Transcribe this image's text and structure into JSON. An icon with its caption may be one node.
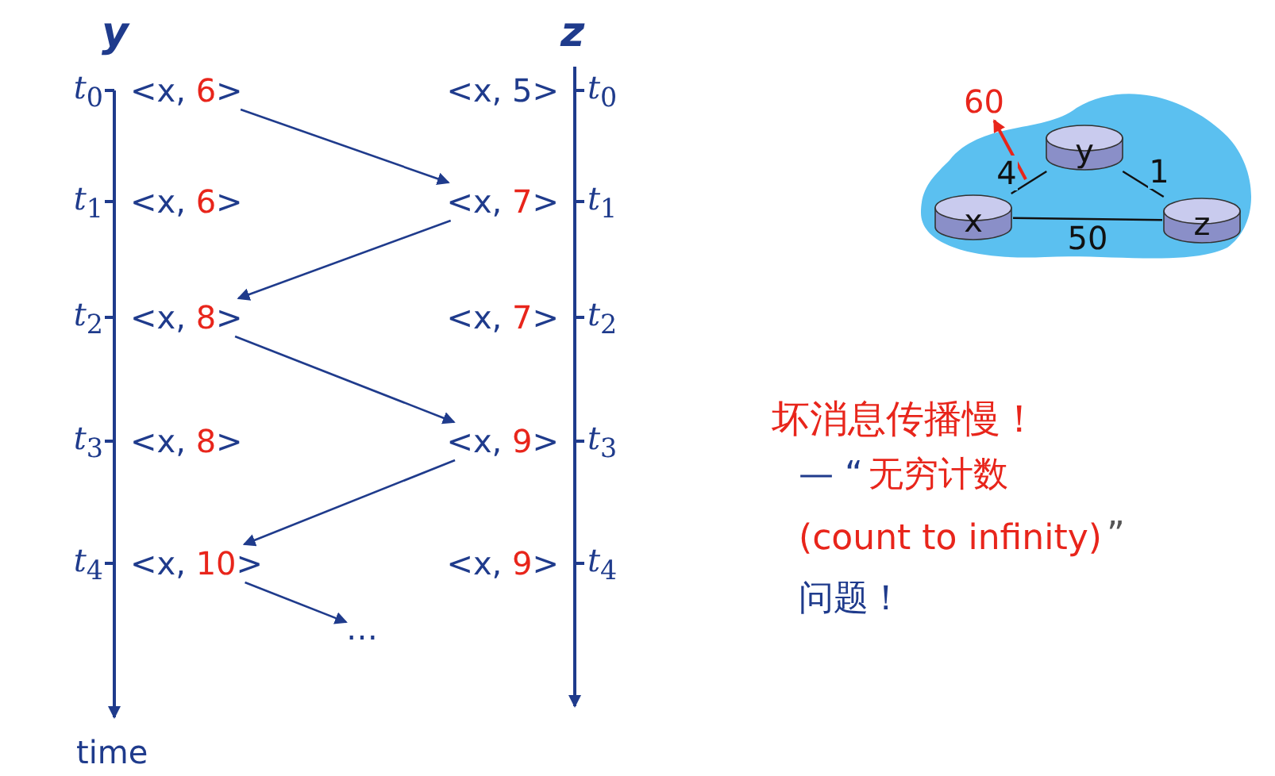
{
  "diagram": {
    "nodes": [
      {
        "text": [
          "<x, 6>"
        ]
      },
      {
        "text": [
          "<x, 5>"
        ]
      },
      {
        "text": [
          "<x, 6>"
        ]
      },
      {
        "text": [
          "<x, 7>"
        ]
      },
      {
        "text": [
          "<x, 8>"
        ]
      },
      {
        "text": [
          "<x, 7>"
        ]
      },
      {
        "text": [
          "<x, 8>"
        ]
      },
      {
        "text": [
          "<x, 9>"
        ]
      },
      {
        "text": [
          "<x, 10>"
        ]
      },
      {
        "text": [
          "<x, 9>"
        ]
      },
      {
        "text": [
          "…"
        ]
      },
      {
        "text": [],
        "shape": "cloud"
      },
      {
        "text": [
          "y"
        ],
        "in": 11
      },
      {
        "text": [
          "x"
        ],
        "in": 11
      },
      {
        "text": [
          "z"
        ],
        "in": 11
      },
      {
        "text": [
          "60"
        ]
      }
    ],
    "edges": [
      {
        "from": 0,
        "to": 3,
        "arrow": "to"
      },
      {
        "from": 3,
        "to": 4,
        "arrow": "to"
      },
      {
        "from": 4,
        "to": 7,
        "arrow": "to"
      },
      {
        "from": 7,
        "to": 8,
        "arrow": "to"
      },
      {
        "from": 8,
        "to": 10,
        "arrow": "to"
      },
      {
        "from": 13,
        "to": 12,
        "arrow": "none",
        "label": "4",
        "color": "#111111"
      },
      {
        "from": 12,
        "to": 14,
        "arrow": "none",
        "label": "1",
        "color": "#111111"
      },
      {
        "from": 13,
        "to": 14,
        "arrow": "none",
        "label": "50",
        "color": "#111111"
      },
      {
        "from": null,
        "to": 15,
        "arrow": "to",
        "color": "#e8251b"
      }
    ],
    "labels": [
      "y",
      "z",
      "*t*$_{0}$",
      "*t*$_{0}$",
      "*t*$_{1}$",
      "*t*$_{1}$",
      "*t*$_{2}$",
      "*t*$_{2}$",
      "*t*$_{3}$",
      "*t*$_{3}$",
      "*t*$_{4}$",
      "*t*$_{4}$",
      "坏消息传播慢！",
      "— “",
      "无穷计数 (count to infinity)",
      "”",
      "问题！",
      "time"
    ]
  }
}
